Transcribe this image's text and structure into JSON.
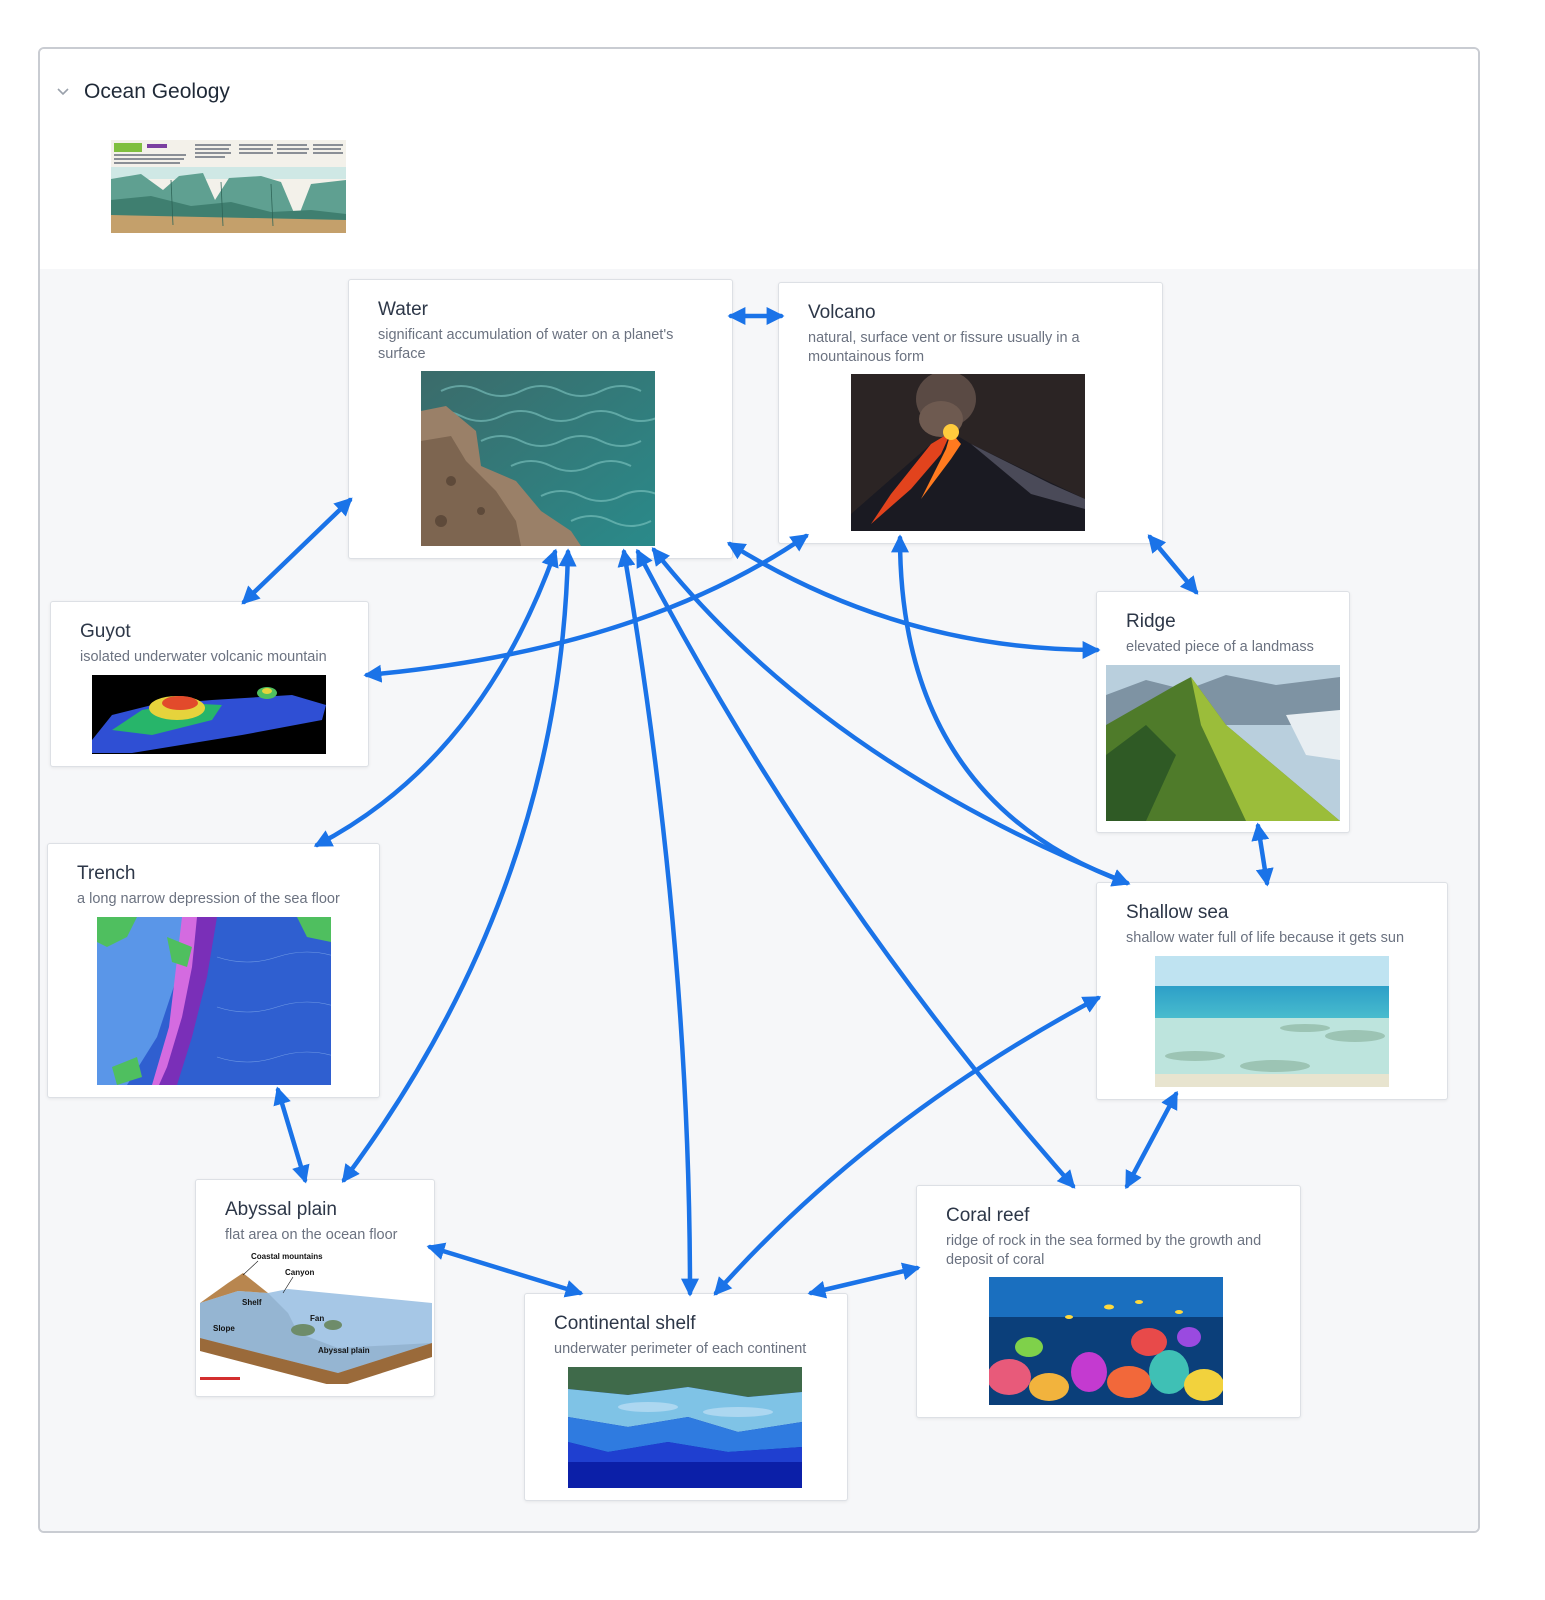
{
  "panel": {
    "title": "Ocean Geology"
  },
  "icons": {
    "collapse": "chevron-down-icon",
    "thumbnail": "ocean-floor-poster-thumbnail"
  },
  "colors": {
    "edge": "#1a73e8",
    "canvas": "#f6f7f9",
    "card_border": "#dde0e5"
  },
  "nodes": {
    "water": {
      "title": "Water",
      "desc": "significant accumulation of water on a planet's surface"
    },
    "volcano": {
      "title": "Volcano",
      "desc": "natural, surface vent or fissure usually in a mountainous form"
    },
    "guyot": {
      "title": "Guyot",
      "desc": "isolated underwater volcanic mountain"
    },
    "ridge": {
      "title": "Ridge",
      "desc": "elevated piece of a landmass"
    },
    "trench": {
      "title": "Trench",
      "desc": "a long narrow depression of the sea floor"
    },
    "shallow_sea": {
      "title": "Shallow sea",
      "desc": "shallow water full of life because it gets sun"
    },
    "abyssal_plain": {
      "title": "Abyssal plain",
      "desc": "flat area on the ocean floor",
      "diagram_labels": {
        "coastal_mountains": "Coastal mountains",
        "canyon": "Canyon",
        "shelf": "Shelf",
        "slope": "Slope",
        "fan": "Fan",
        "abyssal_plain": "Abyssal plain"
      }
    },
    "coral_reef": {
      "title": "Coral reef",
      "desc": "ridge of rock in the sea formed by the growth and deposit of coral"
    },
    "continental_shelf": {
      "title": "Continental shelf",
      "desc": "underwater perimeter of each continent"
    }
  },
  "edges": [
    {
      "from": "water",
      "to": "volcano"
    },
    {
      "from": "water",
      "to": "guyot"
    },
    {
      "from": "volcano",
      "to": "guyot"
    },
    {
      "from": "water",
      "to": "ridge"
    },
    {
      "from": "volcano",
      "to": "ridge"
    },
    {
      "from": "water",
      "to": "trench"
    },
    {
      "from": "water",
      "to": "abyssal_plain"
    },
    {
      "from": "water",
      "to": "continental_shelf"
    },
    {
      "from": "water",
      "to": "coral_reef"
    },
    {
      "from": "water",
      "to": "shallow_sea"
    },
    {
      "from": "volcano",
      "to": "shallow_sea"
    },
    {
      "from": "ridge",
      "to": "shallow_sea"
    },
    {
      "from": "trench",
      "to": "abyssal_plain"
    },
    {
      "from": "abyssal_plain",
      "to": "continental_shelf"
    },
    {
      "from": "continental_shelf",
      "to": "shallow_sea"
    },
    {
      "from": "continental_shelf",
      "to": "coral_reef"
    },
    {
      "from": "shallow_sea",
      "to": "coral_reef"
    }
  ]
}
